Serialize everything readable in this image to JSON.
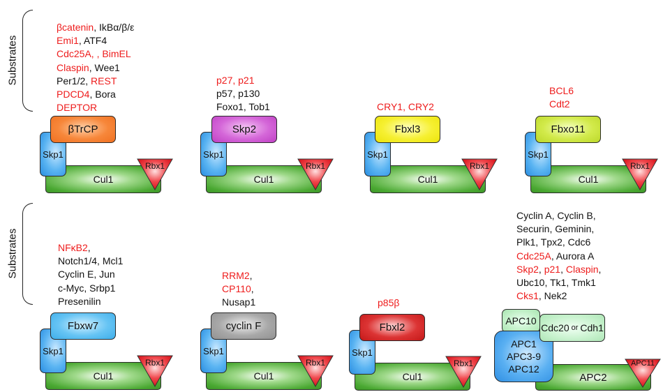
{
  "side_labels": {
    "top": "Substrates",
    "bottom": "Substrates"
  },
  "colors": {
    "substrate_highlight": "#ee1c1c",
    "substrate_normal": "#111111",
    "skp1": "#3d9ff0",
    "cul1": "#4aa832",
    "rbx1": "#e8282e",
    "btrcp": "#f57a2c",
    "skp2": "#c84fcf",
    "fbxl3": "#f2ec10",
    "fbxo11": "#c8e43a",
    "fbxw7": "#4fb8f2",
    "cyclinf": "#9a9a9a",
    "fbxl2": "#cc1a1a",
    "apc_light": "#b9ecc0"
  },
  "complexes": [
    {
      "id": "btrcp",
      "fbox": "βTrCP",
      "adaptor": "Skp1",
      "scaffold": "Cul1",
      "ring": "Rbx1",
      "substrates": [
        [
          {
            "t": "βcatenin",
            "red": true
          },
          {
            "t": ", IkBα/β/ε",
            "red": false
          }
        ],
        [
          {
            "t": "Emi1",
            "red": true
          },
          {
            "t": ", ATF4",
            "red": false
          }
        ],
        [
          {
            "t": "Cdc25A, , BimEL",
            "red": true
          }
        ],
        [
          {
            "t": "Claspin",
            "red": true
          },
          {
            "t": ", Wee1",
            "red": false
          }
        ],
        [
          {
            "t": "Per1/2, ",
            "red": false
          },
          {
            "t": "REST",
            "red": true
          }
        ],
        [
          {
            "t": "PDCD4",
            "red": true
          },
          {
            "t": ", Bora",
            "red": false
          }
        ],
        [
          {
            "t": "DEPTOR",
            "red": true
          }
        ]
      ]
    },
    {
      "id": "skp2",
      "fbox": "Skp2",
      "adaptor": "Skp1",
      "scaffold": "Cul1",
      "ring": "Rbx1",
      "substrates": [
        [
          {
            "t": "p27, p21",
            "red": true
          }
        ],
        [
          {
            "t": "p57, p130",
            "red": false
          }
        ],
        [
          {
            "t": "Foxo1, Tob1",
            "red": false
          }
        ]
      ]
    },
    {
      "id": "fbxl3",
      "fbox": "Fbxl3",
      "adaptor": "Skp1",
      "scaffold": "Cul1",
      "ring": "Rbx1",
      "substrates": [
        [
          {
            "t": "CRY1, CRY2",
            "red": true
          }
        ]
      ]
    },
    {
      "id": "fbxo11",
      "fbox": "Fbxo11",
      "adaptor": "Skp1",
      "scaffold": "Cul1",
      "ring": "Rbx1",
      "substrates": [
        [
          {
            "t": "BCL6",
            "red": true
          }
        ],
        [
          {
            "t": "Cdt2",
            "red": true
          }
        ]
      ]
    },
    {
      "id": "fbxw7",
      "fbox": "Fbxw7",
      "adaptor": "Skp1",
      "scaffold": "Cul1",
      "ring": "Rbx1",
      "substrates": [
        [
          {
            "t": "NFκB2",
            "red": true
          },
          {
            "t": ",",
            "red": false
          }
        ],
        [
          {
            "t": "Notch1/4, Mcl1",
            "red": false
          }
        ],
        [
          {
            "t": "Cyclin E, Jun",
            "red": false
          }
        ],
        [
          {
            "t": "c-Myc, Srbp1",
            "red": false
          }
        ],
        [
          {
            "t": "Presenilin",
            "red": false
          }
        ]
      ]
    },
    {
      "id": "cyclinf",
      "fbox": "cyclin F",
      "adaptor": "Skp1",
      "scaffold": "Cul1",
      "ring": "Rbx1",
      "substrates": [
        [
          {
            "t": "RRM2",
            "red": true
          },
          {
            "t": ",",
            "red": false
          }
        ],
        [
          {
            "t": "CP110",
            "red": true
          },
          {
            "t": ",",
            "red": false
          }
        ],
        [
          {
            "t": "Nusap1",
            "red": false
          }
        ]
      ]
    },
    {
      "id": "fbxl2",
      "fbox": "Fbxl2",
      "adaptor": "Skp1",
      "scaffold": "Cul1",
      "ring": "Rbx1",
      "substrates": [
        [
          {
            "t": "p85β",
            "red": true
          }
        ]
      ]
    },
    {
      "id": "apc",
      "coactivator_top": "APC10",
      "coactivator": "Cdc20 ",
      "coactivator_or": "or",
      "coactivator_alt": " Cdh1",
      "core_lines": [
        "APC1",
        "APC3-9",
        "APC12"
      ],
      "scaffold": "APC2",
      "ring": "APC11",
      "substrates": [
        [
          {
            "t": "Cyclin A, Cyclin B,",
            "red": false
          }
        ],
        [
          {
            "t": "Securin, Geminin,",
            "red": false
          }
        ],
        [
          {
            "t": "Plk1, Tpx2, Cdc6",
            "red": false
          }
        ],
        [
          {
            "t": "Cdc25A",
            "red": true
          },
          {
            "t": ", Aurora A",
            "red": false
          }
        ],
        [
          {
            "t": "Skp2",
            "red": true
          },
          {
            "t": ", ",
            "red": false
          },
          {
            "t": "p21",
            "red": true
          },
          {
            "t": ", ",
            "red": false
          },
          {
            "t": "Claspin",
            "red": true
          },
          {
            "t": ",",
            "red": false
          }
        ],
        [
          {
            "t": "Ubc10, Tk1, Tmk1",
            "red": false
          }
        ],
        [
          {
            "t": "Cks1",
            "red": true
          },
          {
            "t": ", Nek2",
            "red": false
          }
        ]
      ]
    }
  ]
}
